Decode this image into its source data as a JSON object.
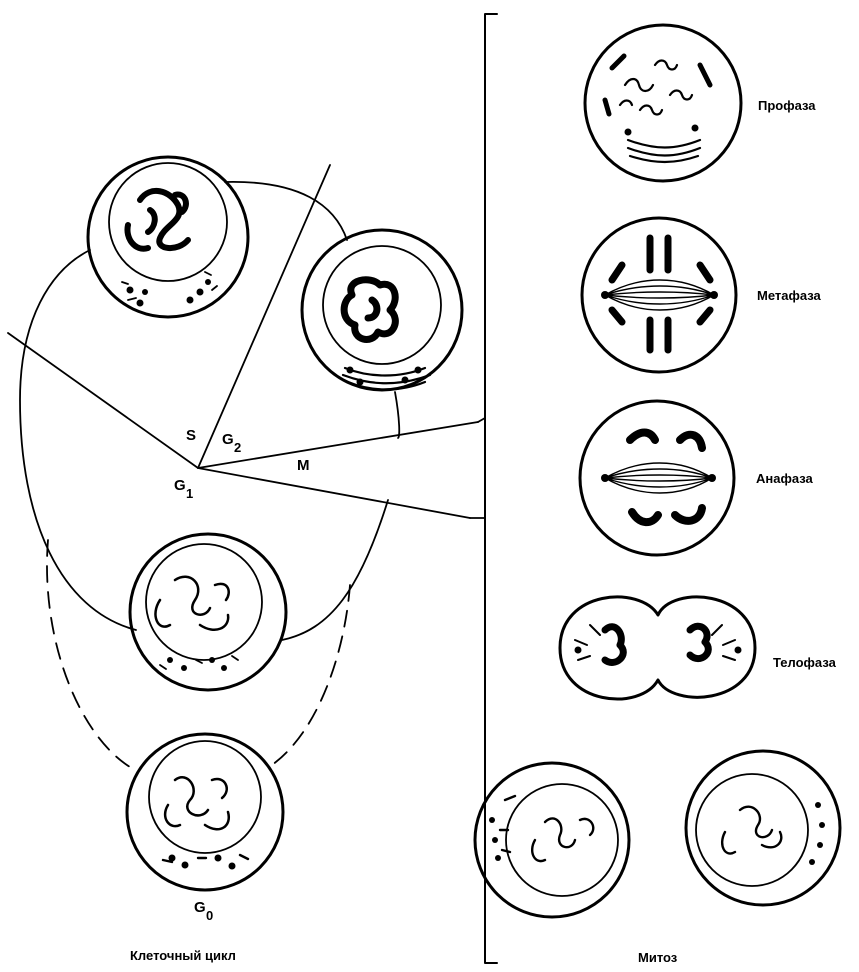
{
  "cycle_labels": {
    "s": "S",
    "g2_main": "G",
    "g2_sub": "2",
    "g1_main": "G",
    "g1_sub": "1",
    "m": "M",
    "g0_main": "G",
    "g0_sub": "0"
  },
  "caption_left": "Клеточный цикл",
  "caption_right": "Митоз",
  "phases": {
    "prophase": "Профаза",
    "metaphase": "Метафаза",
    "anaphase": "Анафаза",
    "telophase": "Телофаза"
  },
  "colors": {
    "ink": "#000000",
    "paper": "#ffffff"
  }
}
